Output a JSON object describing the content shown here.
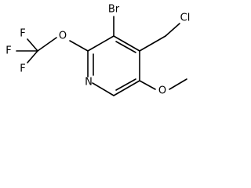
{
  "molecule": {
    "atoms": {
      "bromine": "Br",
      "ring_nitrogen": "N",
      "ether_oxygen_ocf3": "O",
      "ether_oxygen_methoxy": "O",
      "chlorine": "Cl",
      "fluorine_top": "F",
      "fluorine_left": "F",
      "fluorine_bottom": "F"
    }
  }
}
